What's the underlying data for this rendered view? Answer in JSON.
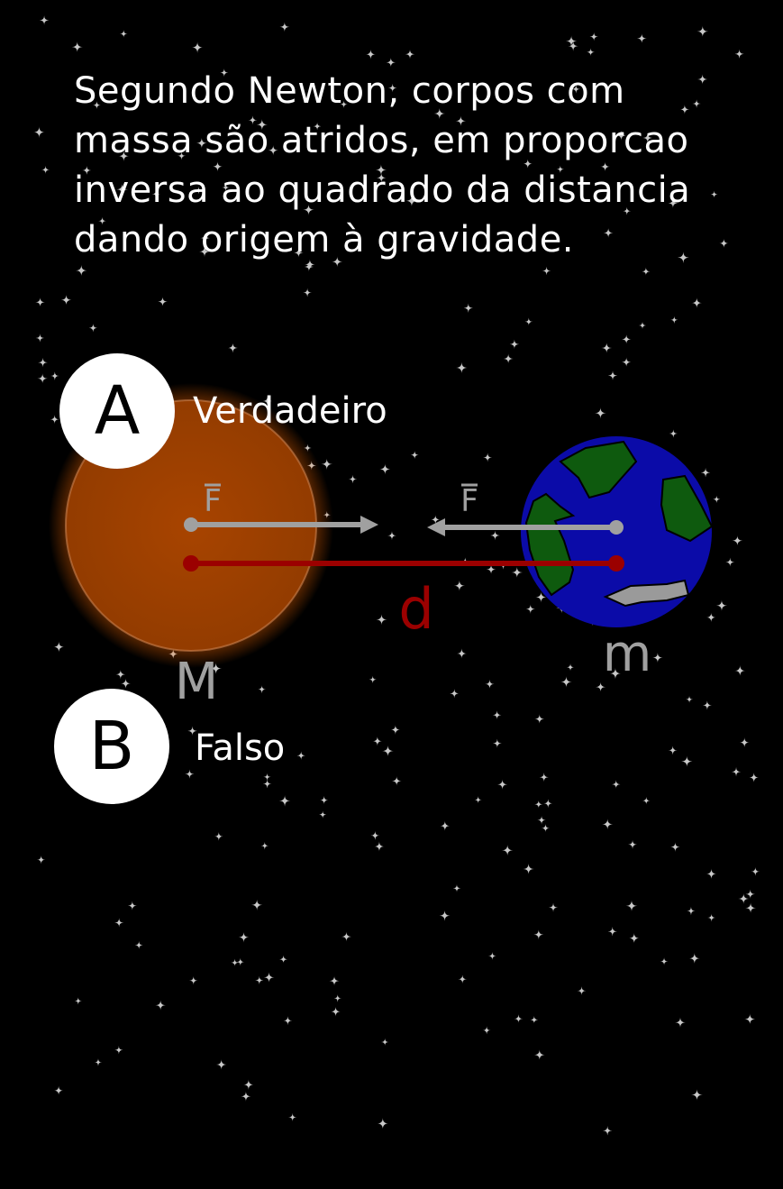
{
  "question": {
    "lines": [
      "Segundo Newton, corpos com",
      "massa são atridos, em proporcao",
      "inversa ao quadrado da distancia",
      "dando origem à gravidade."
    ]
  },
  "options": [
    {
      "letter": "A",
      "label": "Verdadeiro"
    },
    {
      "letter": "B",
      "label": "Falso"
    }
  ],
  "diagram": {
    "force_left_label": "F",
    "force_right_label": "F",
    "distance_label": "d",
    "mass_large_label": "M",
    "mass_small_label": "m"
  },
  "colors": {
    "background": "#000000",
    "star": "#c8c8c8",
    "sun_fill": "#a84400",
    "sun_glow": "#ff6a00",
    "earth_ocean": "#0b0ba8",
    "earth_land": "#0e5a0e",
    "earth_ice": "#9a9a9a",
    "force_arrow": "#a0a0a0",
    "distance_line": "#9b0000",
    "text": "#ffffff"
  }
}
